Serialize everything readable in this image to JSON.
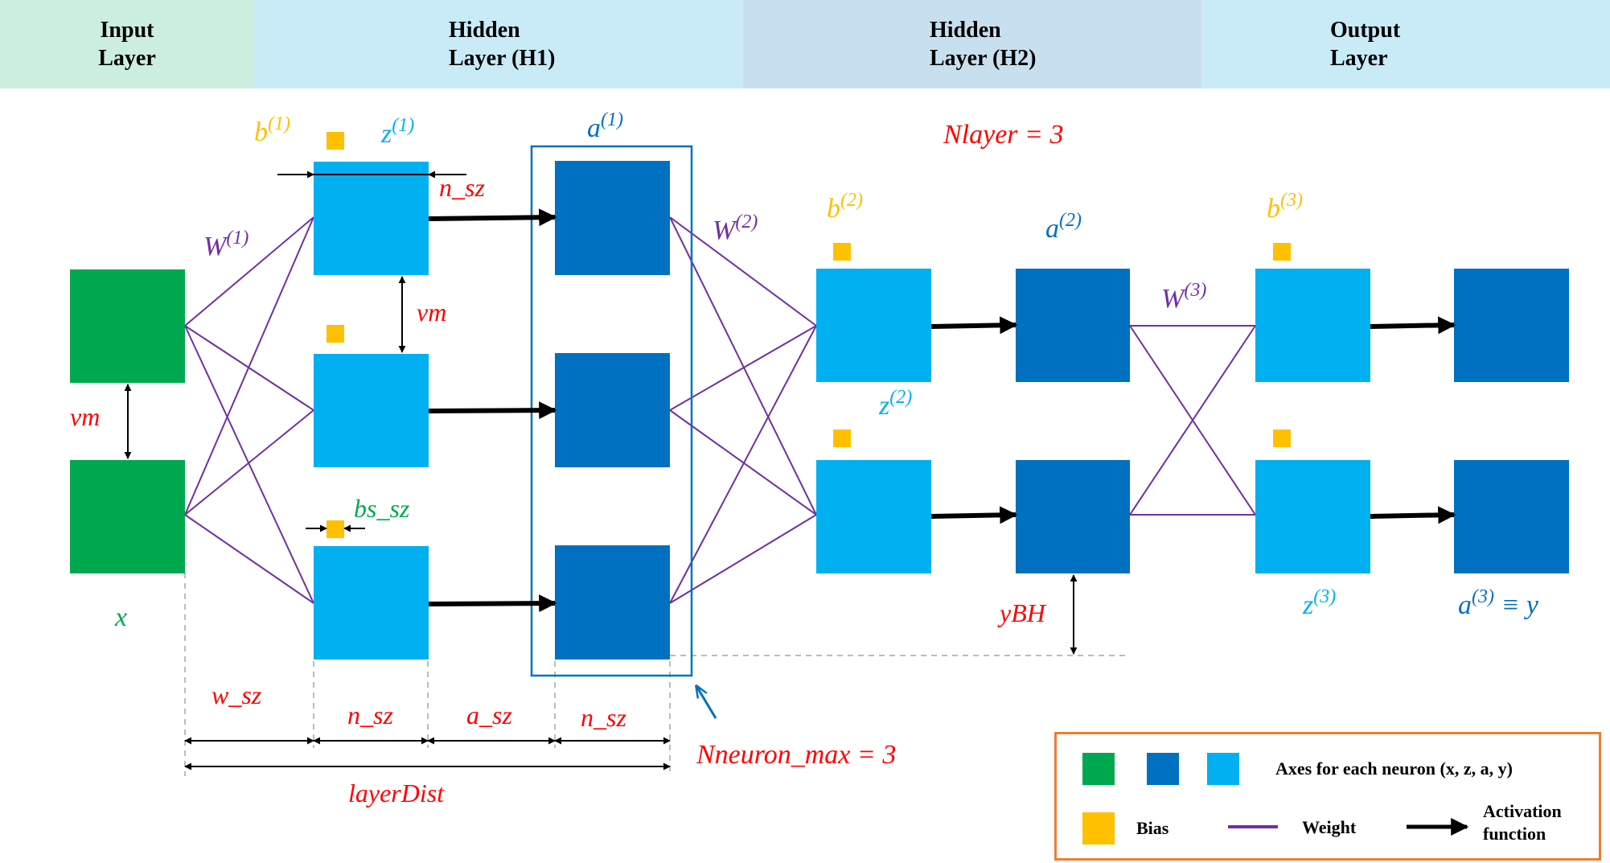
{
  "header": {
    "input_title": "Input\nLayer",
    "hidden1_title": "Hidden\nLayer (H1)",
    "hidden2_title": "Hidden\nLayer (H2)",
    "output_title": "Output\nLayer"
  },
  "colors": {
    "input_band": "#CBEEDE",
    "hidden1_band": "#C9EBF8",
    "hidden2_band": "#C8DFF0",
    "output_band": "#C9EBF8",
    "x_neuron": "#00A850",
    "z_neuron": "#00B0F0",
    "a_neuron": "#0070C0",
    "bias": "#FFC000",
    "weight": "#7030A0",
    "dimension": "#FF0000",
    "legend_border": "#ED7D31"
  },
  "labels": {
    "x": "x",
    "b1": "b",
    "b1_sup": "(1)",
    "z1": "z",
    "z1_sup": "(1)",
    "a1": "a",
    "a1_sup": "(1)",
    "W1": "W",
    "W1_sup": "(1)",
    "W2": "W",
    "W2_sup": "(2)",
    "W3": "W",
    "W3_sup": "(3)",
    "b2": "b",
    "b2_sup": "(2)",
    "a2": "a",
    "a2_sup": "(2)",
    "z2": "z",
    "z2_sup": "(2)",
    "b3": "b",
    "b3_sup": "(3)",
    "z3": "z",
    "z3_sup": "(3)",
    "a3": "a",
    "a3_sup": "(3)",
    "a3_equiv": " ≡ y",
    "bs_sz": "bs_sz"
  },
  "dimensions": {
    "nlayer": "Nlayer = 3",
    "nneuron_max": "Nneuron_max = 3",
    "n_sz_top": "n_sz",
    "vm_input": "vm",
    "vm_hidden": "vm",
    "ybh": "yBH",
    "w_sz": "w_sz",
    "n_sz_bottom_1": "n_sz",
    "a_sz": "a_sz",
    "n_sz_bottom_2": "n_sz",
    "layer_dist": "layerDist"
  },
  "legend": {
    "axes_label": "Axes for each neuron (x, z, a, y)",
    "bias_label": "Bias",
    "weight_label": "Weight",
    "activation_label": "Activation\nfunction"
  }
}
